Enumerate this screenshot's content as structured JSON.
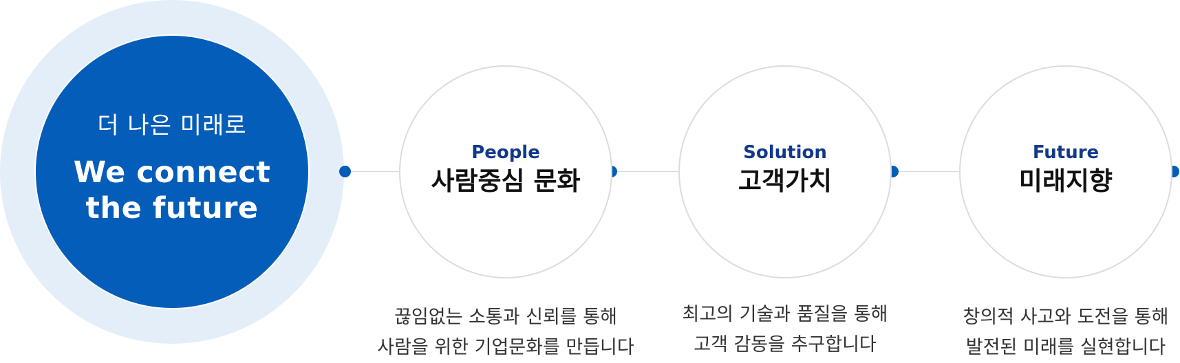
{
  "hero": {
    "subtitle": "더 나은 미래로",
    "title_line1": "We connect",
    "title_line2": "the future"
  },
  "values": [
    {
      "en": "People",
      "ko": "사람중심 문화",
      "desc_line1": "끊임없는 소통과 신뢰를 통해",
      "desc_line2": "사람을 위한 기업문화를 만듭니다"
    },
    {
      "en": "Solution",
      "ko": "고객가치",
      "desc_line1": "최고의 기술과 품질을 통해",
      "desc_line2": "고객 감동을 추구합니다"
    },
    {
      "en": "Future",
      "ko": "미래지향",
      "desc_line1": "창의적 사고와 도전을 통해",
      "desc_line2": "발전된 미래를 실현합니다"
    }
  ],
  "colors": {
    "primary": "#045db8",
    "halo": "#e3eef8",
    "english_label": "#12388a",
    "circle_border": "#dcdcdc",
    "connector": "#d9d9d9"
  }
}
